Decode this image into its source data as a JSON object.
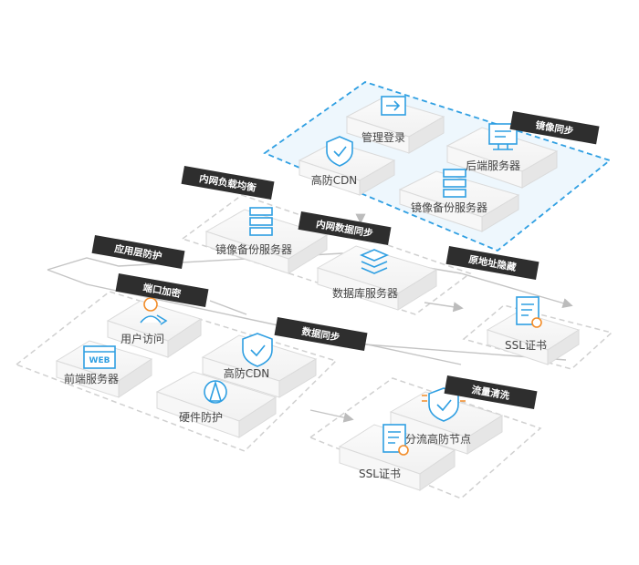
{
  "tags": {
    "mirror_sync": "镜像同步",
    "intranet_lb": "内网负载均衡",
    "intranet_data_sync": "内网数据同步",
    "origin_hide": "原地址隐藏",
    "app_layer": "应用层防护",
    "port_encrypt": "端口加密",
    "data_sync": "数据同步",
    "traffic_clean": "流量清洗"
  },
  "nodes": {
    "admin_login": "管理登录",
    "cdn_top": "高防CDN",
    "backend_server": "后端服务器",
    "mirror_backup_top": "镜像备份服务器",
    "mirror_backup_mid": "镜像备份服务器",
    "database_server": "数据库服务器",
    "ssl_right": "SSL证书",
    "user_access": "用户访问",
    "cdn_mid": "高防CDN",
    "frontend_server": "前端服务器",
    "hardware_protect": "硬件防护",
    "split_node": "分流高防节点",
    "ssl_bottom": "SSL证书"
  },
  "icons": {
    "web_badge": "WEB"
  },
  "colors": {
    "accent_blue": "#2f9fe2",
    "tag_bg": "#2e2e2e",
    "dash_gray": "#cfcfcf",
    "label": "#444444",
    "warn_orange": "#f28c28"
  }
}
